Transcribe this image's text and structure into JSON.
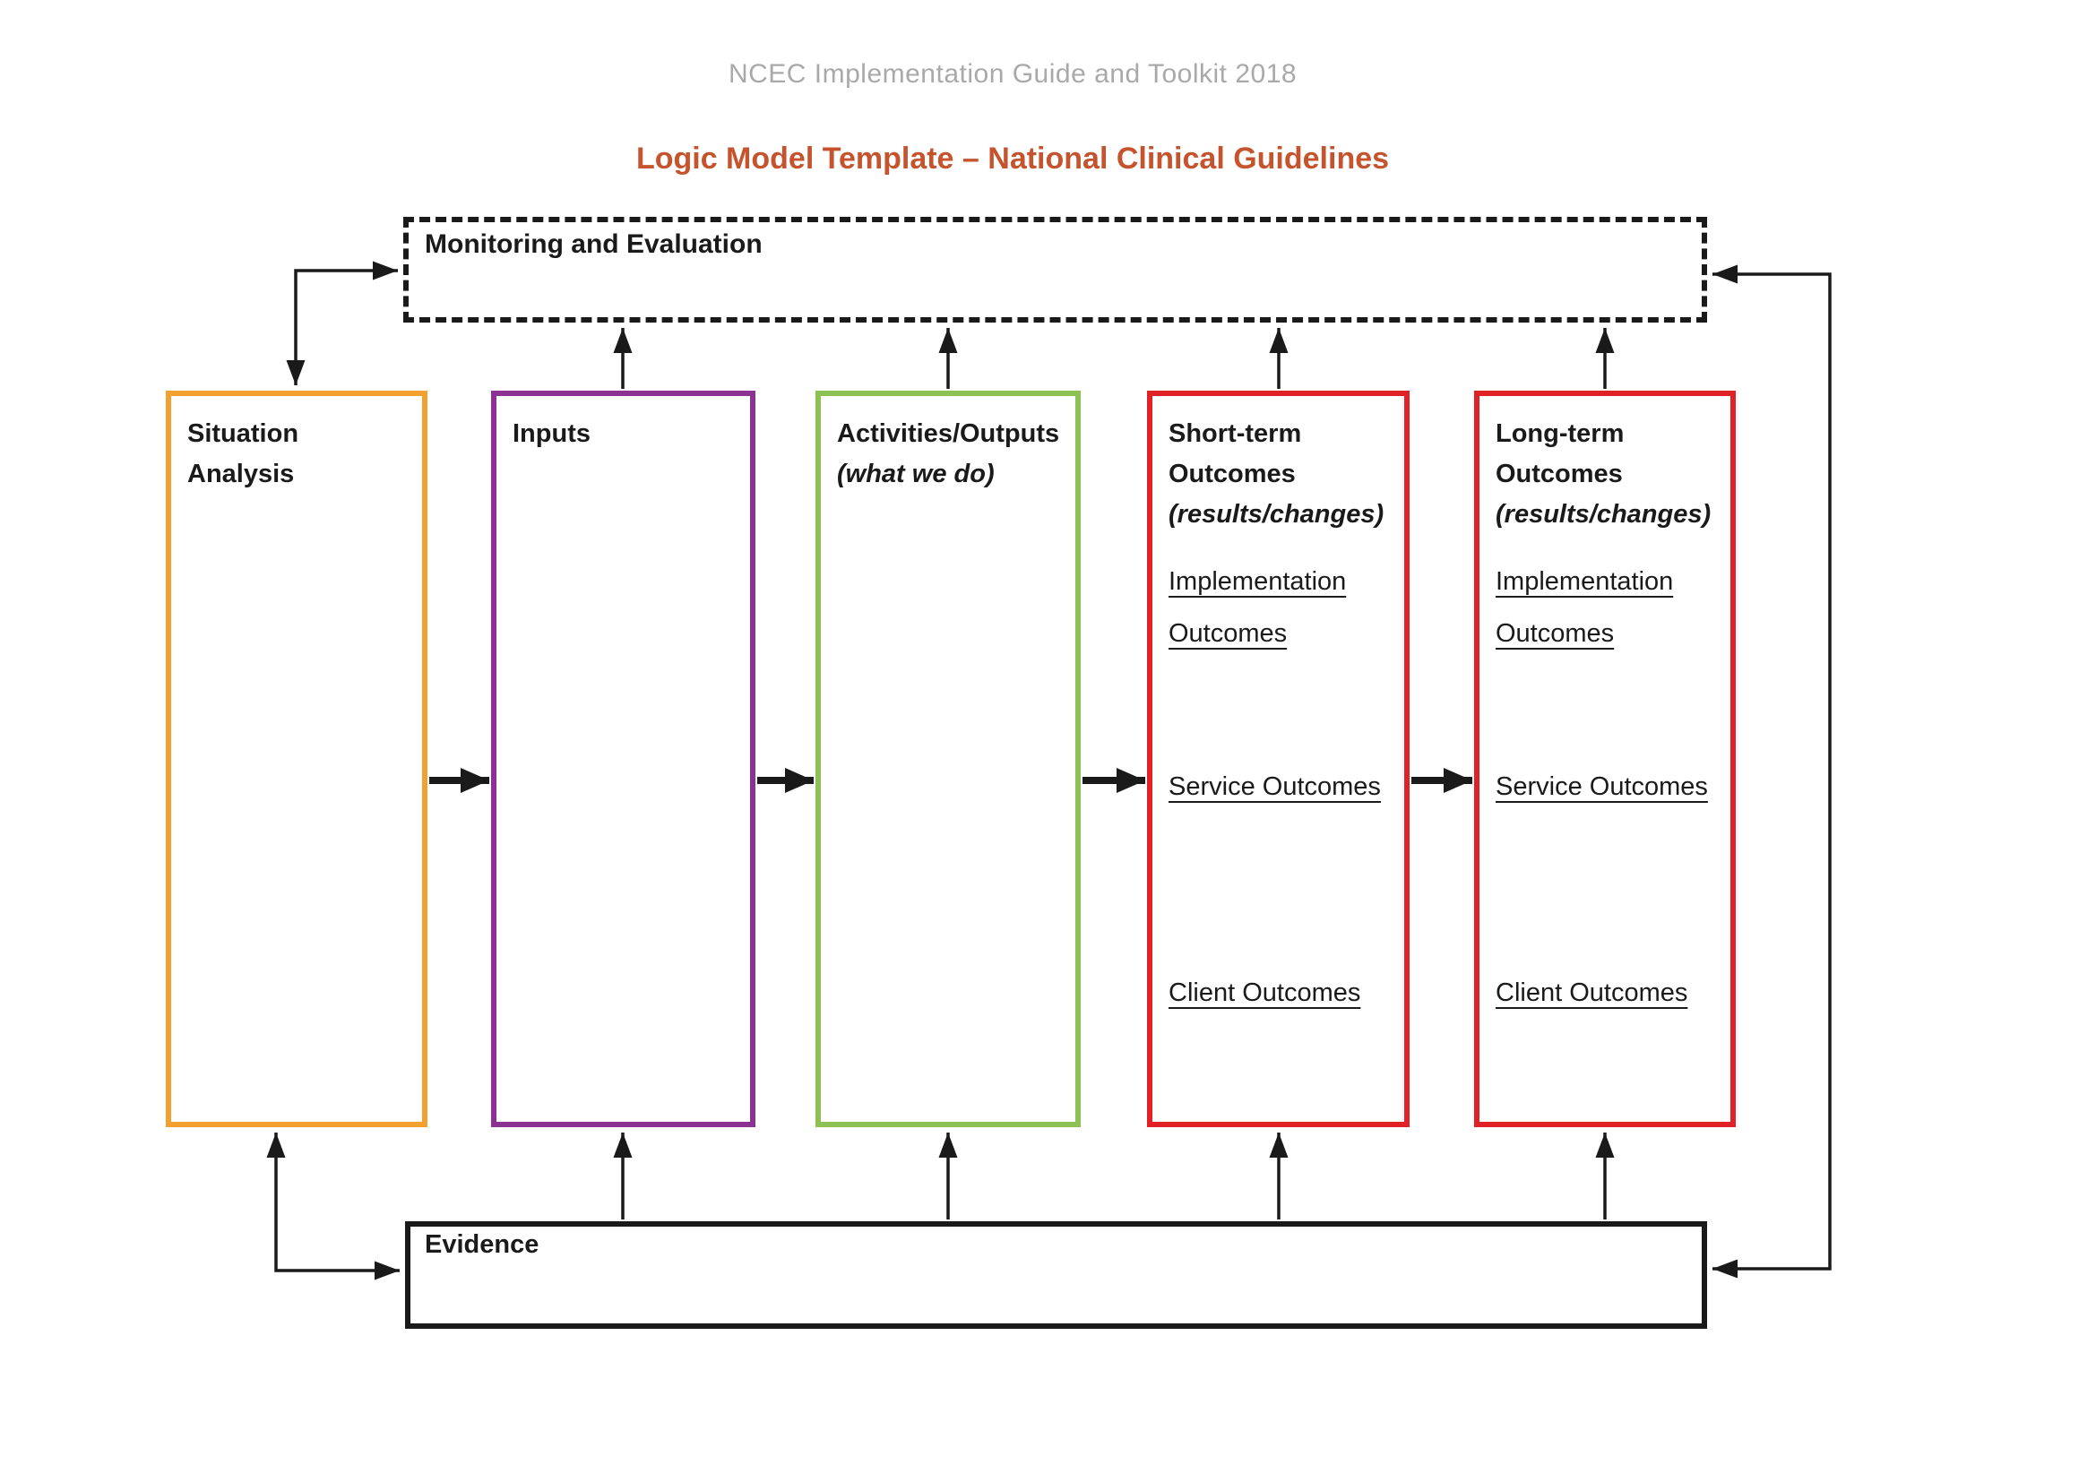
{
  "page": {
    "header_caption": "NCEC Implementation Guide and Toolkit 2018",
    "title": "Logic Model Template – National Clinical Guidelines"
  },
  "monitoring_box": {
    "label": "Monitoring and Evaluation"
  },
  "evidence_box": {
    "label": "Evidence"
  },
  "flow_boxes": [
    {
      "title": "Situation Analysis",
      "subtitle": "",
      "items": []
    },
    {
      "title": "Inputs",
      "subtitle": "",
      "items": []
    },
    {
      "title": "Activities/Outputs",
      "subtitle": "(what we do)",
      "items": []
    },
    {
      "title": "Short-term Outcomes",
      "subtitle": "(results/changes)",
      "items": [
        "Implementation Outcomes",
        "Service Outcomes",
        "Client Outcomes"
      ]
    },
    {
      "title": "Long-term Outcomes",
      "subtitle": "(results/changes)",
      "items": [
        "Implementation Outcomes",
        "Service Outcomes",
        "Client Outcomes"
      ]
    }
  ],
  "colors": {
    "header_text": "#A9A9A9",
    "title_text": "#C5542E",
    "box_orange": "#F2A130",
    "box_purple": "#8C3292",
    "box_green": "#8DC153",
    "box_red": "#E02125",
    "box_black": "#1A1A1A",
    "line": "#1A1A1A",
    "text": "#1A1A1A"
  }
}
